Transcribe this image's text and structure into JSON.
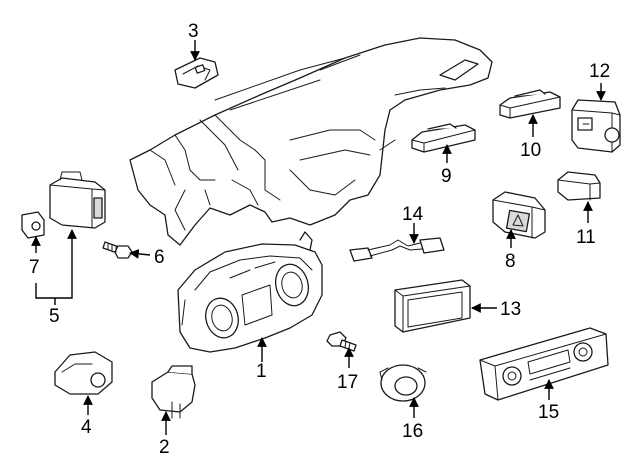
{
  "callouts": {
    "c1": "1",
    "c2": "2",
    "c3": "3",
    "c4": "4",
    "c5": "5",
    "c6": "6",
    "c7": "7",
    "c8": "8",
    "c9": "9",
    "c10": "10",
    "c11": "11",
    "c12": "12",
    "c13": "13",
    "c14": "14",
    "c15": "15",
    "c16": "16",
    "c17": "17"
  },
  "colors": {
    "line": "#1a1a1a",
    "fill": "#ffffff",
    "shade": "#d9d9d9"
  }
}
